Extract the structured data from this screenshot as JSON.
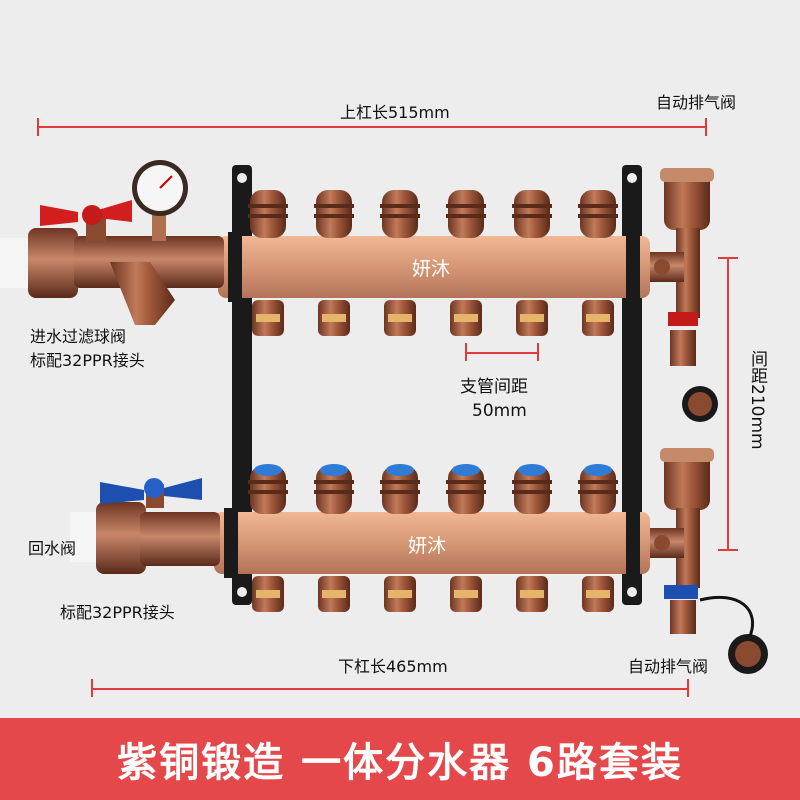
{
  "dimensions": {
    "top_bar_length": "上杠长515mm",
    "bottom_bar_length": "下杠长465mm",
    "spacing_vertical": "间距210mm",
    "branch_spacing_line1": "支管间距",
    "branch_spacing_line2": "50mm"
  },
  "callouts": {
    "auto_vent_top": "自动排气阀",
    "auto_vent_bottom": "自动排气阀",
    "inlet_line1": "进水过滤球阀",
    "inlet_line2": "标配32PPR接头",
    "return_valve": "回水阀",
    "return_fitting": "标配32PPR接头"
  },
  "brand": {
    "top_bar_logo": "妍沐",
    "bottom_bar_logo": "妍沐"
  },
  "banner": {
    "text": "紫铜锻造  一体分水器  6路套装",
    "color": "#e5484a"
  },
  "manifold": {
    "outlets_per_bar": 6,
    "bar_color": "#d99a78",
    "copper_color": "#a25a3c",
    "bracket_color": "#1a1a1a",
    "dimension_color": "#e03a3a",
    "top_outlet_cap": "copper",
    "bottom_outlet_cap": "#2f7bd6"
  }
}
